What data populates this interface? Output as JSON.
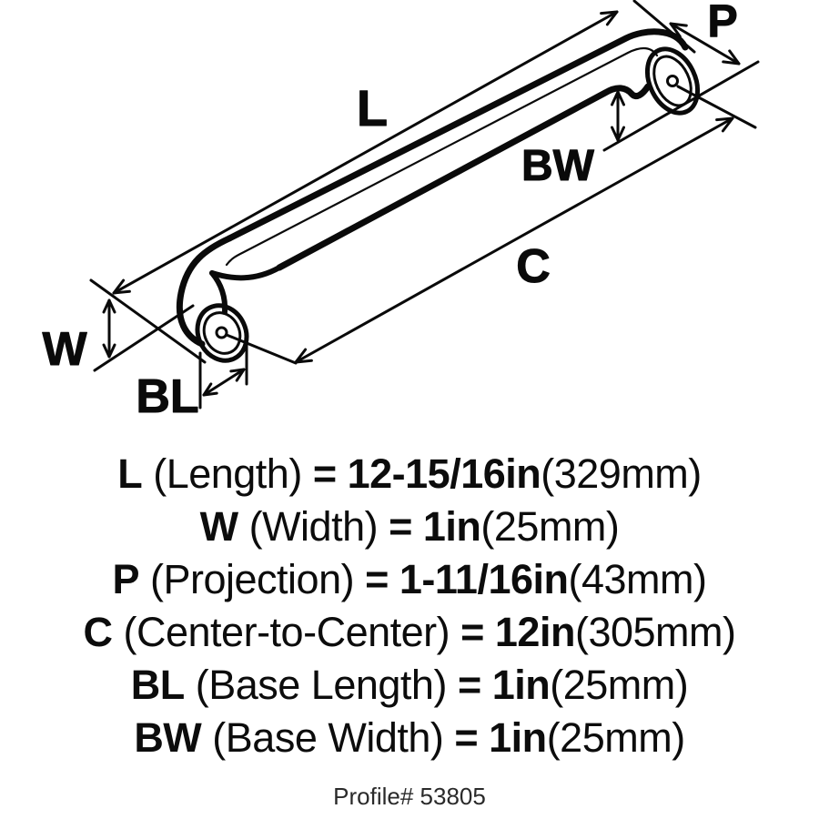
{
  "diagram": {
    "labels": {
      "length": "L",
      "width": "W",
      "projection": "P",
      "center_to_center": "C",
      "base_length": "BL",
      "base_width": "BW"
    }
  },
  "specs": [
    {
      "code": "L",
      "name": " (Length) ",
      "value": "= 12-15/16in",
      "metric": "(329mm)"
    },
    {
      "code": "W",
      "name": " (Width) ",
      "value": "= 1in",
      "metric": "(25mm)"
    },
    {
      "code": "P",
      "name": " (Projection) ",
      "value": "= 1-11/16in",
      "metric": "(43mm)"
    },
    {
      "code": "C",
      "name": " (Center-to-Center) ",
      "value": "= 12in",
      "metric": "(305mm)"
    },
    {
      "code": "BL",
      "name": " (Base Length) ",
      "value": "= 1in",
      "metric": "(25mm)"
    },
    {
      "code": "BW",
      "name": " (Base Width) ",
      "value": "= 1in",
      "metric": "(25mm)"
    }
  ],
  "footer": "Profile# 53805",
  "colors": {
    "line": "#0a0a0a",
    "background": "#ffffff"
  }
}
